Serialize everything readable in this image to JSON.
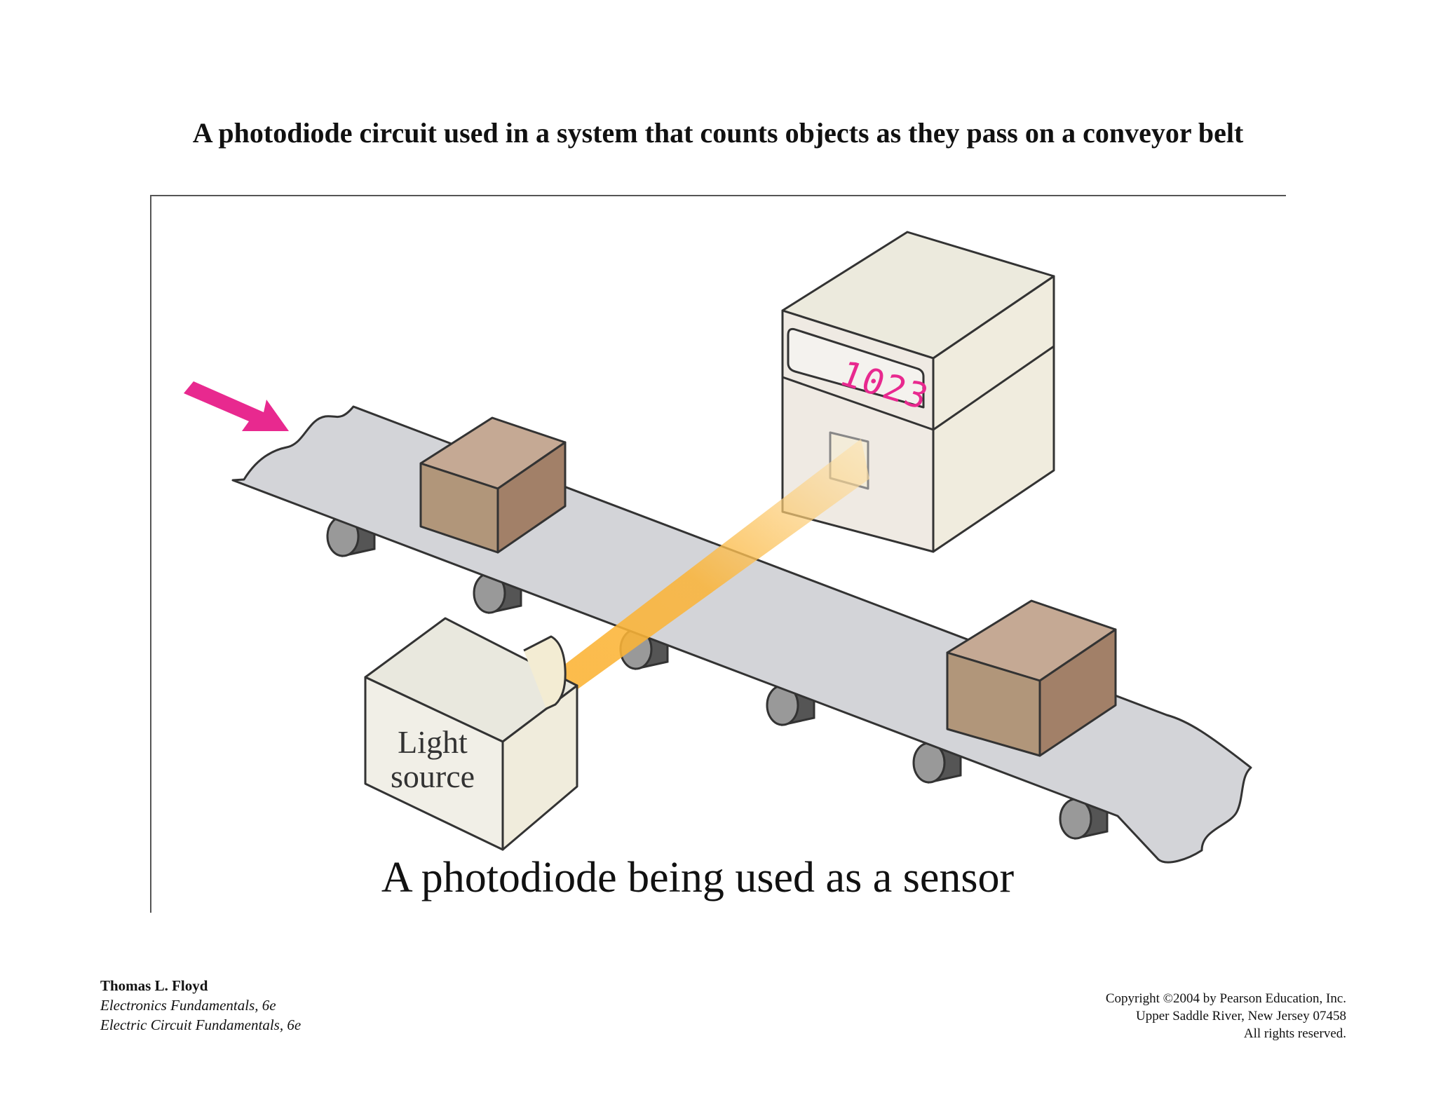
{
  "title": "A photodiode circuit used in a system that counts objects as they pass on a conveyor belt",
  "figure": {
    "counter_display": "1023",
    "light_source_label_line1": "Light",
    "light_source_label_line2": "source",
    "caption": "A photodiode being used as a sensor",
    "arrow_color": "#e8298f",
    "display_digit_color": "#e8298f",
    "beam_color": "#fbb437"
  },
  "footer": {
    "author": "Thomas L. Floyd",
    "book1": "Electronics Fundamentals, 6e",
    "book2": "Electric Circuit Fundamentals, 6e",
    "copyright_line1": "Copyright ©2004 by Pearson Education, Inc.",
    "copyright_line2": "Upper Saddle River, New Jersey 07458",
    "copyright_line3": "All rights reserved."
  }
}
